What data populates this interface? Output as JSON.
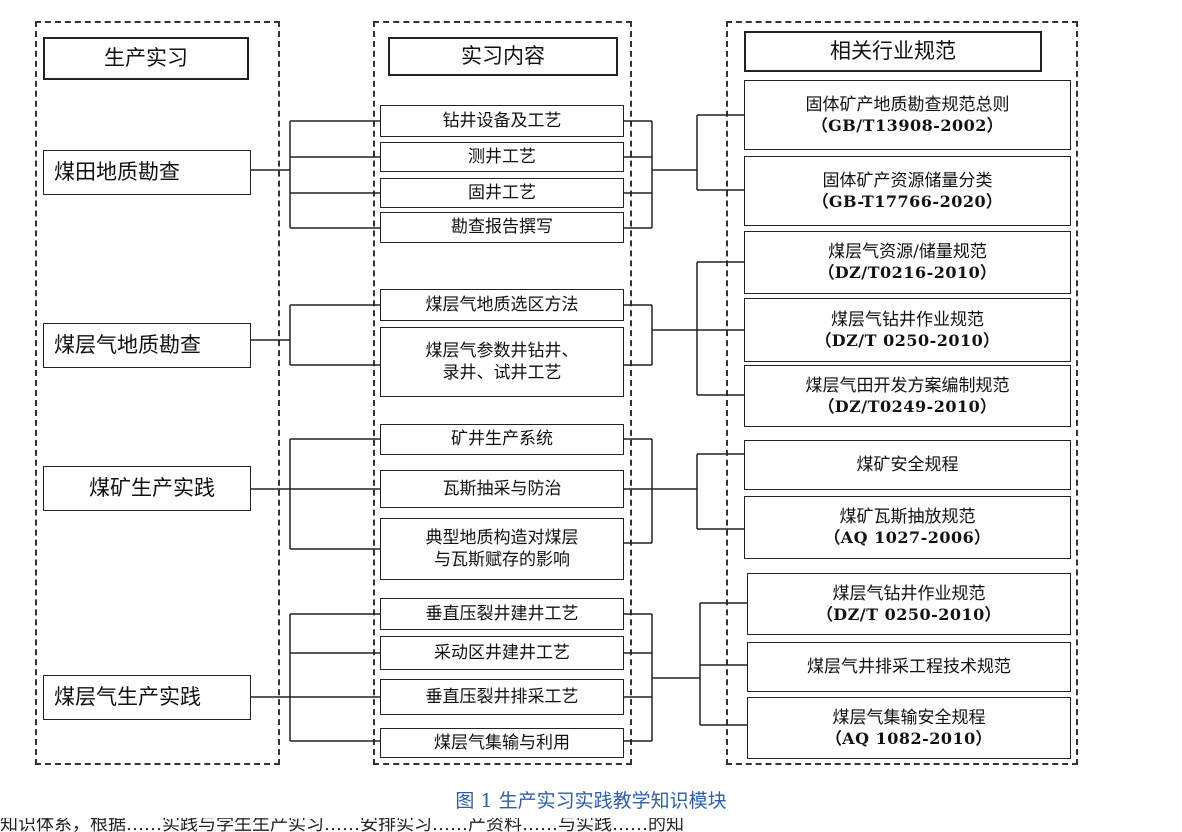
{
  "headers": {
    "practice": "生产实习",
    "content": "实习内容",
    "norms": "相关行业规范"
  },
  "practices": [
    "煤田地质勘查",
    "煤层气地质勘查",
    "煤矿生产实践",
    "煤层气生产实践"
  ],
  "contents": [
    [
      "钻井设备及工艺"
    ],
    [
      "测井工艺"
    ],
    [
      "固井工艺"
    ],
    [
      "勘查报告撰写"
    ],
    [
      "煤层气地质选区方法"
    ],
    [
      "煤层气参数井钻井、",
      "录井、试井工艺"
    ],
    [
      "矿井生产系统"
    ],
    [
      "瓦斯抽采与防治"
    ],
    [
      "典型地质构造对煤层",
      "与瓦斯赋存的影响"
    ],
    [
      "垂直压裂井建井工艺"
    ],
    [
      "采动区井建井工艺"
    ],
    [
      "垂直压裂井排采工艺"
    ],
    [
      "煤层气集输与利用"
    ]
  ],
  "norms": [
    {
      "name": "固体矿产地质勘查规范总则",
      "code": "（GB/T13908-2002）"
    },
    {
      "name": "固体矿产资源储量分类",
      "code": "（GB-T17766-2020）"
    },
    {
      "name": "煤层气资源/储量规范",
      "code": "（DZ/T0216-2010）"
    },
    {
      "name": "煤层气钻井作业规范",
      "code": "（DZ/T 0250-2010）"
    },
    {
      "name": "煤层气田开发方案编制规范",
      "code": "（DZ/T0249-2010）"
    },
    {
      "name": "煤矿安全规程",
      "code": ""
    },
    {
      "name": "煤矿瓦斯抽放规范",
      "code": "（AQ 1027-2006）"
    },
    {
      "name": "煤层气钻井作业规范",
      "code": "（DZ/T 0250-2010）"
    },
    {
      "name": "煤层气井排采工程技术规范",
      "code": ""
    },
    {
      "name": "煤层气集输安全规程",
      "code": "（AQ 1082-2010）"
    }
  ],
  "caption": "图 1 生产实习实践教学知识模块",
  "footer_text": "知识体系，根据……实践与学生生产实习……安排实习……产资料……与实践……的知"
}
